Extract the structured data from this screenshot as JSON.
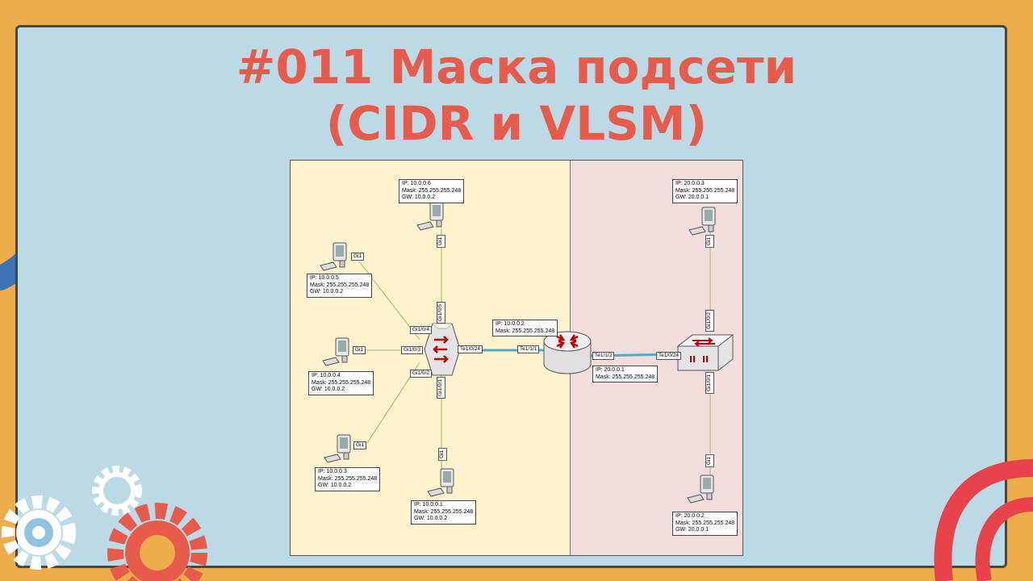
{
  "title": {
    "line1": "#011 Маска подсети",
    "line2": "(CIDR и VLSM)"
  },
  "hosts": {
    "top": {
      "ip": "IP: 10.0.0.6",
      "mask": "Mask: 255.255.255.248",
      "gw": "GW: 10.0.0.2",
      "port": "Gi1"
    },
    "upper_left": {
      "ip": "IP: 10.0.0.5",
      "mask": "Mask: 255.255.255.248",
      "gw": "GW: 10.0.0.2",
      "port": "Gi1"
    },
    "mid_left": {
      "ip": "IP: 10.0.0.4",
      "mask": "Mask: 255.255.255.248",
      "gw": "GW: 10.0.0.2",
      "port": "Gi1"
    },
    "lower_left": {
      "ip": "IP: 10.0.0.3",
      "mask": "Mask: 255.255.255.248",
      "gw": "GW: 10.0.0.2",
      "port": "Gi1"
    },
    "bottom": {
      "ip": "IP: 10.0.0.1",
      "mask": "Mask: 255.255.255.248",
      "gw": "GW: 10.0.0.2",
      "port": "Gi1"
    },
    "right_top": {
      "ip": "IP: 20.0.0.3",
      "mask": "Mask: 255.255.255.248",
      "gw": "GW: 20.0.0.1",
      "port": "Gi1"
    },
    "right_bottom": {
      "ip": "IP: 20.0.0.2",
      "mask": "Mask: 255.255.255.248",
      "gw": "GW: 20.0.0.1",
      "port": "Gi1"
    }
  },
  "left_switch": {
    "ports": {
      "p5": "Gi1/0/5",
      "p4": "Gi1/0/4",
      "p3": "Gi1/0/3",
      "p2": "Gi1/0/2",
      "p1": "Gi1/0/1",
      "uplink": "Te1/0/24"
    }
  },
  "router": {
    "left_port": "Te1/1/1",
    "right_port": "Te1/1/2",
    "left_ip": {
      "ip": "IP: 10.0.0.2",
      "mask": "Mask: 255.255.255.248"
    },
    "right_ip": {
      "ip": "IP: 20.0.0.1",
      "mask": "Mask: 255.255.255.248"
    }
  },
  "right_switch": {
    "ports": {
      "p2": "Gi1/0/2",
      "p1": "Gi1/0/1",
      "uplink": "Te1/0/24"
    }
  },
  "colors": {
    "background": "#efac4a",
    "board": "#bcd9e6",
    "title": "#e75b4d",
    "left_zone": "#fff2cc",
    "right_zone": "#f2dcdc",
    "access_link": "#9bbb59",
    "trunk_link": "#4bacc6"
  }
}
